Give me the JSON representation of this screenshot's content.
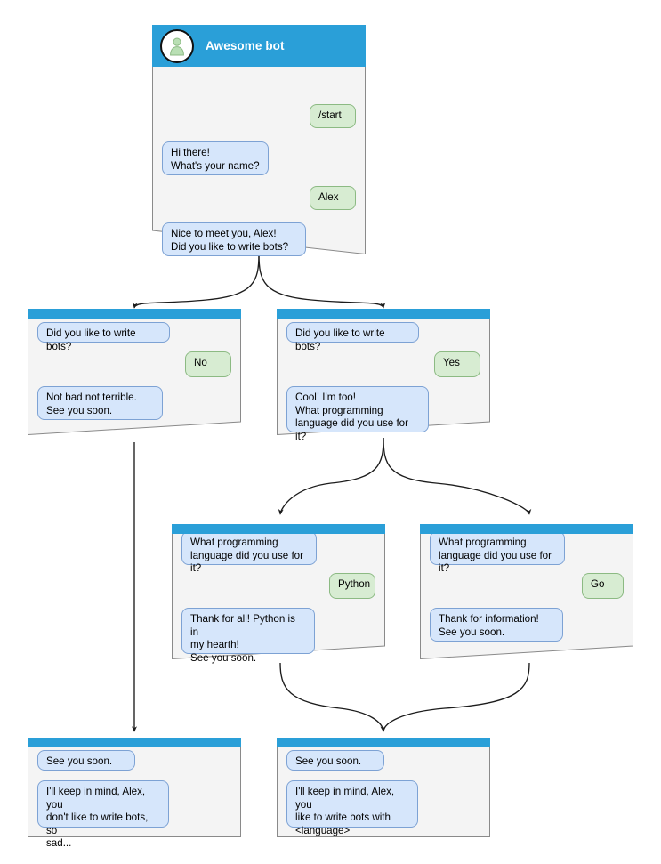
{
  "diagram": {
    "title": "Awesome bot chat flow",
    "colors": {
      "titlebar": "#2a9fd8",
      "panel_bg": "#f4f4f4",
      "panel_border": "#8a8a8a",
      "bot_bubble_bg": "#d6e6fb",
      "bot_bubble_border": "#7da2d4",
      "user_bubble_bg": "#d7ecd2",
      "user_bubble_border": "#8cba83",
      "edge": "#2b2b2b"
    }
  },
  "nodes": {
    "root": {
      "header": {
        "title": "Awesome bot",
        "avatar_icon": "person-avatar-icon"
      },
      "messages": [
        {
          "from": "user",
          "text": "/start"
        },
        {
          "from": "bot",
          "text": "Hi there!\nWhat's your name?"
        },
        {
          "from": "user",
          "text": "Alex"
        },
        {
          "from": "bot",
          "text": "Nice to meet you, Alex!\nDid you like to write bots?"
        }
      ]
    },
    "no_branch": {
      "messages": [
        {
          "from": "bot",
          "text": "Did you like to write bots?"
        },
        {
          "from": "user",
          "text": "No"
        },
        {
          "from": "bot",
          "text": "Not bad not terrible.\nSee you soon."
        }
      ]
    },
    "yes_branch": {
      "messages": [
        {
          "from": "bot",
          "text": "Did you like to write bots?"
        },
        {
          "from": "user",
          "text": "Yes"
        },
        {
          "from": "bot",
          "text": "Cool! I'm too!\nWhat programming\nlanguage did you use for it?"
        }
      ]
    },
    "python_branch": {
      "messages": [
        {
          "from": "bot",
          "text": "What programming\nlanguage did you use for it?"
        },
        {
          "from": "user",
          "text": "Python"
        },
        {
          "from": "bot",
          "text": "Thank for all! Python is in\nmy hearth!\nSee you soon."
        }
      ]
    },
    "go_branch": {
      "messages": [
        {
          "from": "bot",
          "text": "What programming\nlanguage did you use for it?"
        },
        {
          "from": "user",
          "text": "Go"
        },
        {
          "from": "bot",
          "text": "Thank for information!\nSee you soon."
        }
      ]
    },
    "end_no": {
      "messages": [
        {
          "from": "bot",
          "text": "See you soon."
        },
        {
          "from": "bot",
          "text": "I'll keep in mind, Alex, you\ndon't like to write bots, so\nsad..."
        }
      ]
    },
    "end_yes": {
      "messages": [
        {
          "from": "bot",
          "text": "See you soon."
        },
        {
          "from": "bot",
          "text": "I'll keep in mind, Alex, you\nlike to write bots with\n<language>"
        }
      ]
    }
  }
}
